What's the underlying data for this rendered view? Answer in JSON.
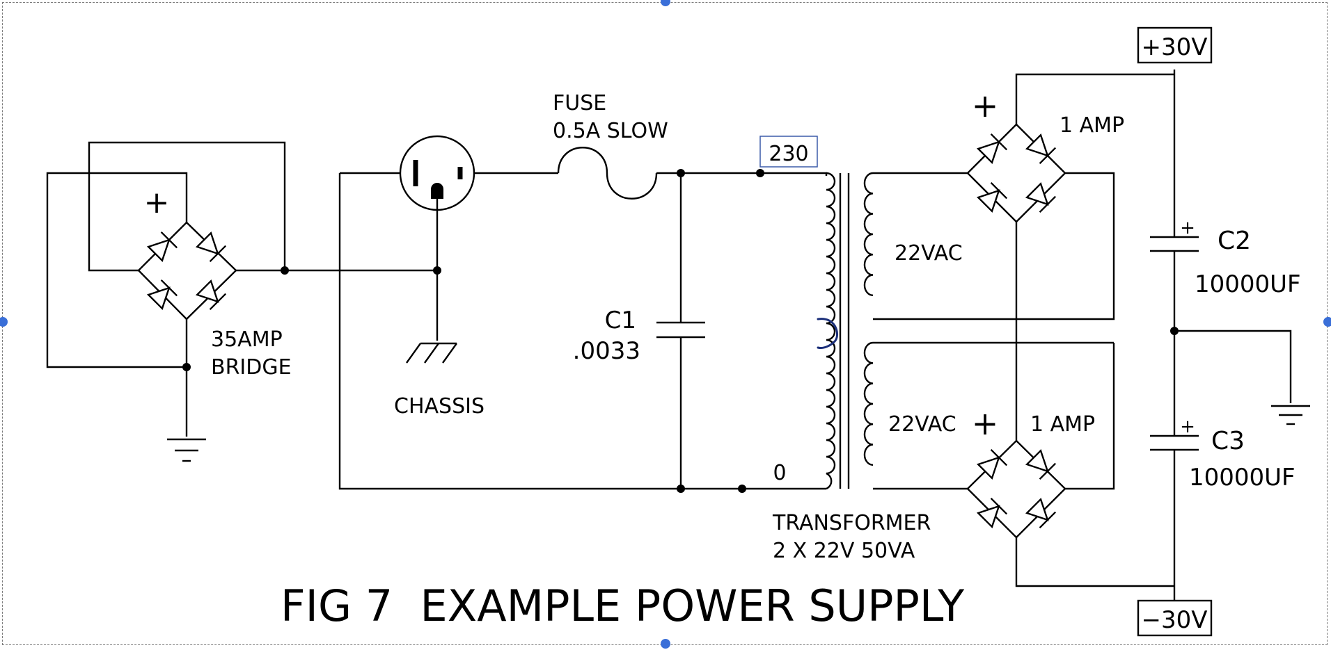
{
  "diagram": {
    "title": "FIG 7  EXAMPLE POWER SUPPLY",
    "bridge_main": {
      "line1": "35AMP",
      "line2": "BRIDGE",
      "polarity": "+"
    },
    "chassis_label": "CHASSIS",
    "fuse": {
      "line1": "FUSE",
      "line2": "0.5A SLOW"
    },
    "c1": {
      "name": "C1",
      "value": ".0033"
    },
    "tap_230": "230",
    "tap_0": "0",
    "transformer": {
      "line1": "TRANSFORMER",
      "line2": "2 X 22V  50VA"
    },
    "secondary_top": "22VAC",
    "secondary_bottom": "22VAC",
    "rect_top": {
      "label": "1 AMP",
      "polarity": "+"
    },
    "rect_bottom": {
      "label": "1 AMP",
      "polarity": "+"
    },
    "rail_pos": "+30V",
    "rail_neg": "−30V",
    "c2": {
      "name": "C2",
      "value": "10000UF",
      "polarity": "+"
    },
    "c3": {
      "name": "C3",
      "value": "10000UF",
      "polarity": "+"
    }
  },
  "colors": {
    "ink": "#000000",
    "handle": "#3a6fd8",
    "annotation": "#1b2f7a",
    "frame": "#7a7a7a"
  },
  "icons": [
    "diode-icon",
    "ground-icon",
    "chassis-ground-icon",
    "outlet-icon",
    "fuse-icon",
    "capacitor-icon",
    "transformer-icon"
  ]
}
